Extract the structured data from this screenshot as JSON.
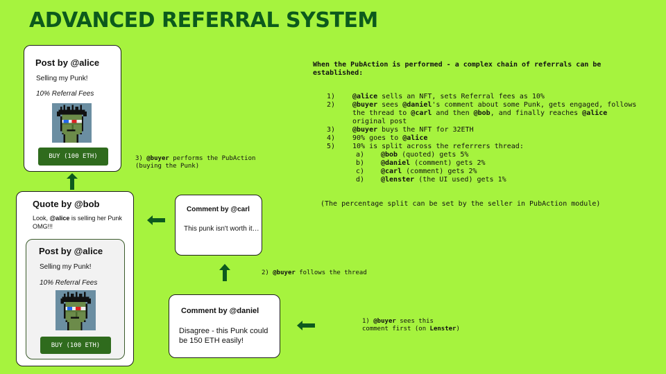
{
  "title": "ADVANCED REFERRAL SYSTEM",
  "colors": {
    "background": "#a6f33e",
    "title": "#0c5a1c",
    "button": "#2f6b1d",
    "arrow": "#0d5a1e"
  },
  "post_alice": {
    "header": "Post by @alice",
    "text": "Selling my Punk!",
    "fees": "10% Referral Fees",
    "image": "punk-avatar",
    "button": "BUY (100 ETH)"
  },
  "quote_bob": {
    "header": "Quote by @bob",
    "text_pre": "Look, ",
    "mention": "@alice",
    "text_post": " is selling her Punk OMG!!!",
    "inner": {
      "header": "Post by @alice",
      "text": "Selling my Punk!",
      "fees": "10% Referral Fees",
      "image": "punk-avatar",
      "button": "BUY (100 ETH)"
    }
  },
  "comment_carl": {
    "header": "Comment by @carl",
    "text": "This punk isn't worth it…"
  },
  "comment_daniel": {
    "header": "Comment by @daniel",
    "text": "Disagree - this Punk could be 150 ETH easily!"
  },
  "notes": {
    "step3": {
      "pre": "3) ",
      "mention": "@buyer",
      "post": " performs the PubAction",
      "line2": "(buying the Punk)"
    },
    "step2": {
      "pre": "2) ",
      "mention": "@buyer",
      "post": " follows the thread"
    },
    "step1": {
      "pre": "1) ",
      "mention": "@buyer",
      "post": " sees this",
      "line2_pre": "comment first (on ",
      "line2_mention": "Lenster",
      "line2_post": ")"
    }
  },
  "explanation": {
    "heading": "When the PubAction is performed - a complex chain of referrals can be established:",
    "items": [
      {
        "num": "1)",
        "parts": [
          [
            "b",
            "@alice"
          ],
          [
            "t",
            " sells an NFT, sets Referral fees as 10%"
          ]
        ]
      },
      {
        "num": "2)",
        "parts": [
          [
            "b",
            "@buyer"
          ],
          [
            "t",
            " sees "
          ],
          [
            "b",
            "@daniel"
          ],
          [
            "t",
            "'s comment about some Punk, gets engaged, follows the thread to "
          ],
          [
            "b",
            "@carl"
          ],
          [
            "t",
            " and then "
          ],
          [
            "b",
            "@bob"
          ],
          [
            "t",
            ", and finally reaches "
          ],
          [
            "b",
            "@alice"
          ],
          [
            "t",
            " original post"
          ]
        ]
      },
      {
        "num": "3)",
        "parts": [
          [
            "b",
            "@buyer"
          ],
          [
            "t",
            " buys the NFT for 32ETH"
          ]
        ]
      },
      {
        "num": "4)",
        "parts": [
          [
            "t",
            "90% goes to "
          ],
          [
            "b",
            "@alice"
          ]
        ]
      },
      {
        "num": "5)",
        "parts": [
          [
            "t",
            "10% is split across the referrers thread:"
          ]
        ]
      }
    ],
    "subitems": [
      {
        "num": "a)",
        "parts": [
          [
            "b",
            "@bob"
          ],
          [
            "t",
            " (quoted) gets 5%"
          ]
        ]
      },
      {
        "num": "b)",
        "parts": [
          [
            "b",
            "@daniel"
          ],
          [
            "t",
            " (comment) gets 2%"
          ]
        ]
      },
      {
        "num": "c)",
        "parts": [
          [
            "b",
            "@carl"
          ],
          [
            "t",
            " (comment) gets 2%"
          ]
        ]
      },
      {
        "num": "d)",
        "parts": [
          [
            "b",
            "@lenster"
          ],
          [
            "t",
            " (the UI used) gets 1%"
          ]
        ]
      }
    ],
    "footer": "(The percentage split can be set by the seller in PubAction module)"
  }
}
